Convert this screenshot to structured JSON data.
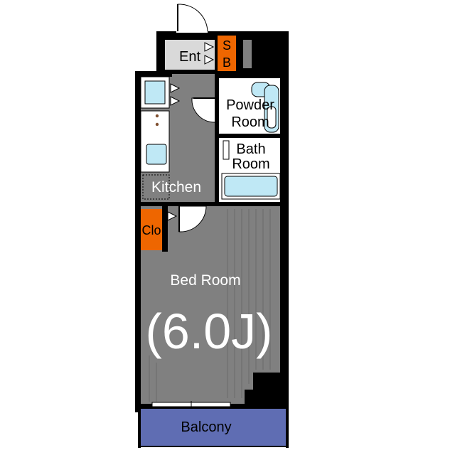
{
  "rooms": {
    "entrance": "Ent",
    "shoe_box_top": "S",
    "shoe_box_bottom": "B",
    "powder_line1": "Powder",
    "powder_line2": "Room",
    "bath_line1": "Bath",
    "bath_line2": "Room",
    "kitchen": "Kitchen",
    "closet": "Clo",
    "bedroom": "Bed Room",
    "bedroom_size": "(6.0J)",
    "balcony": "Balcony"
  },
  "colors": {
    "wall": "#000000",
    "main_floor": "#808080",
    "wet_floor": "#ffffff",
    "entrance_floor": "#d9d9d9",
    "storage": "#ee6600",
    "fixture": "#bfe8f5",
    "balcony": "#5f6db3"
  },
  "icons": [
    "door-swing-icon",
    "washbasin-icon",
    "toilet-icon",
    "bathtub-icon",
    "sink-icon",
    "stove-icon",
    "fridge-icon",
    "washing-machine-icon",
    "sliding-window-icon"
  ]
}
